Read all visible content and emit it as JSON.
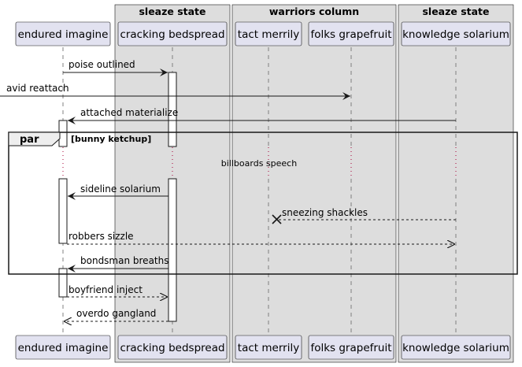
{
  "boxes": [
    {
      "title": "sleaze state"
    },
    {
      "title": "warriors column"
    },
    {
      "title": "sleaze state"
    }
  ],
  "participants": [
    {
      "label": "endured imagine"
    },
    {
      "label": "cracking bedspread"
    },
    {
      "label": "tact merrily"
    },
    {
      "label": "folks grapefruit"
    },
    {
      "label": "knowledge solarium"
    }
  ],
  "messages": [
    {
      "label": "poise outlined"
    },
    {
      "label": "avid reattach"
    },
    {
      "label": "attached materialize"
    },
    {
      "label": "sideline solarium"
    },
    {
      "label": "sneezing shackles"
    },
    {
      "label": "robbers sizzle"
    },
    {
      "label": "bondsman breaths"
    },
    {
      "label": "boyfriend inject"
    },
    {
      "label": "overdo gangland"
    }
  ],
  "fragment": {
    "operator": "par",
    "guard": "[bunny ketchup]",
    "divider_label": "billboards speech"
  },
  "colors": {
    "box_fill": "#dddddd",
    "participant_fill": "#e2e2f0",
    "line": "#181818",
    "lifeline": "#808080"
  }
}
